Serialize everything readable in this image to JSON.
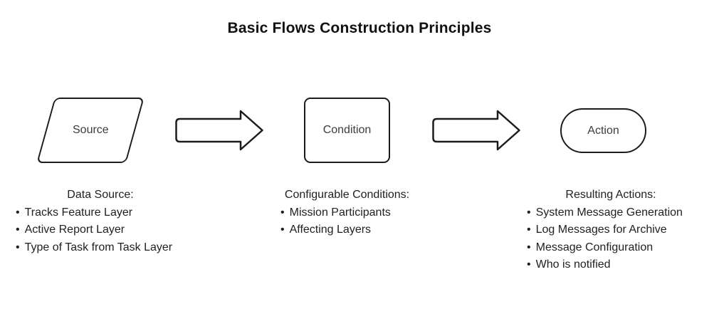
{
  "title": "Basic Flows Construction Principles",
  "bullet": "•",
  "colors": {
    "background": "#ffffff",
    "shape_stroke": "#1c1c1c",
    "shape_label": "#3c3c3c",
    "list_text": "#212121",
    "title_text": "#111111"
  },
  "shapes": {
    "source": {
      "type": "parallelogram",
      "label": "Source"
    },
    "condition": {
      "type": "rectangle",
      "label": "Condition"
    },
    "action": {
      "type": "stadium",
      "label": "Action"
    }
  },
  "columns": [
    {
      "header": "Data Source:",
      "items": [
        "Tracks Feature Layer",
        "Active Report Layer",
        "Type of Task from Task Layer"
      ]
    },
    {
      "header": "Configurable Conditions:",
      "items": [
        "Mission Participants",
        "Affecting Layers"
      ]
    },
    {
      "header": "Resulting Actions:",
      "items": [
        "System Message Generation",
        "Log Messages for Archive",
        "Message Configuration",
        "Who is notified"
      ]
    }
  ]
}
